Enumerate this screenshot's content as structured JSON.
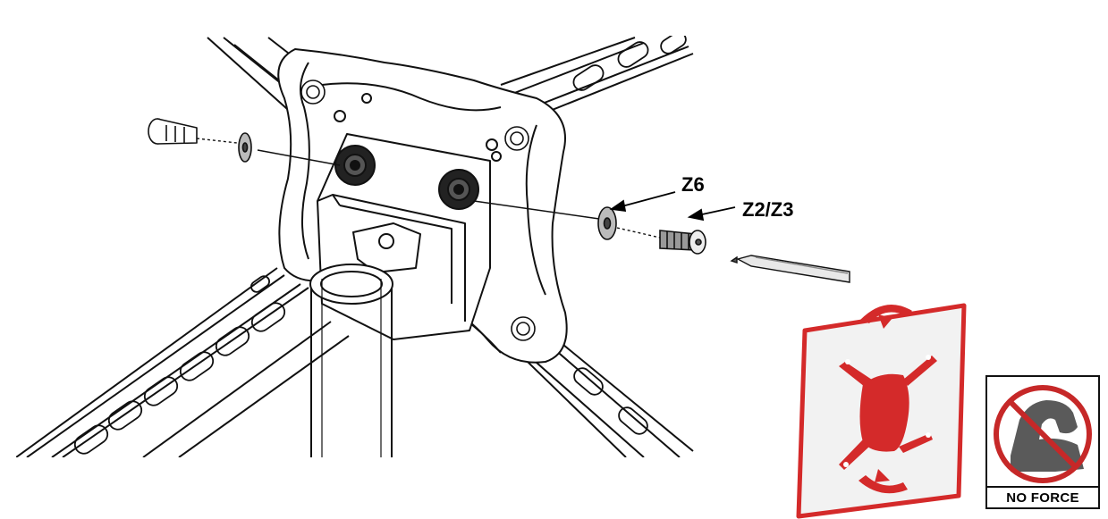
{
  "callouts": {
    "washer": "Z6",
    "screw": "Z2/Z3"
  },
  "warning": {
    "text": "NO FORCE",
    "icon": "no-force-icon"
  },
  "colors": {
    "line": "#111111",
    "accent_red": "#d42a2a",
    "panel_fill": "#f2f2f2",
    "warning_gray": "#5a5a5a"
  }
}
